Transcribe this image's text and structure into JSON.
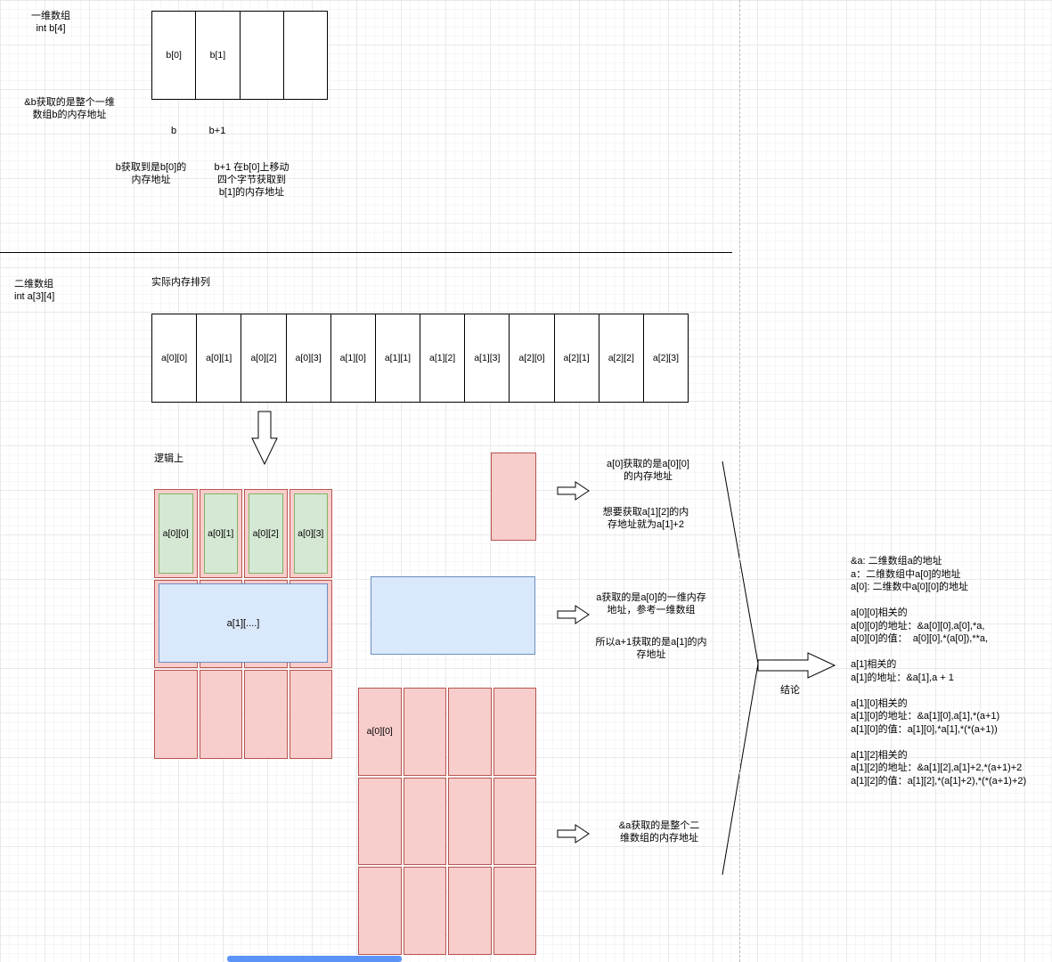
{
  "colors": {
    "pink_fill": "#f8cecc",
    "pink_border": "#b85450",
    "green_fill": "#d5e8d4",
    "green_border": "#82b366",
    "blue_fill": "#dae8fc",
    "blue_border": "#6c8ebf",
    "scrollbar": "#5c93f7"
  },
  "one_d": {
    "title": "一维数组\nint b[4]",
    "cells": [
      "b[0]",
      "b[1]",
      "",
      ""
    ],
    "amp_note": "&b获取的是整个一维\n数组b的内存地址",
    "pointer_labels": {
      "b": "b",
      "b_plus_1": "b+1"
    },
    "b_note": "b获取到是b[0]的\n内存地址",
    "b1_note": "b+1 在b[0]上移动\n四个字节获取到\nb[1]的内存地址"
  },
  "two_d": {
    "title": "二维数组\nint a[3][4]",
    "memory_label": "实际内存排列",
    "memory_cells": [
      "a[0][0]",
      "a[0][1]",
      "a[0][2]",
      "a[0][3]",
      "a[1][0]",
      "a[1][1]",
      "a[1][2]",
      "a[1][3]",
      "a[2][0]",
      "a[2][1]",
      "a[2][2]",
      "a[2][3]"
    ],
    "logical_label": "逻辑上",
    "row0_cells": [
      "a[0][0]",
      "a[0][1]",
      "a[0][2]",
      "a[0][3]"
    ],
    "row1_label": "a[1][....]",
    "big_grid_first_cell": "a[0][0]",
    "a0_note": "a[0]获取的是a[0][0]\n的内存地址",
    "a12_note": "想要获取a[1][2]的内\n存地址就为a[1]+2",
    "a_note": "a获取的是a[0]的一维内存\n地址，参考一维数组",
    "a1_note": "所以a+1获取的是a[1]的内\n存地址",
    "ampa_note": "&a获取的是整个二\n维数组的内存地址"
  },
  "conclusion": {
    "label": "结论",
    "lines": [
      "&a: 二维数组a的地址",
      "a：二维数组中a[0]的地址",
      "a[0]: 二维数中a[0][0]的地址",
      "",
      "a[0][0]相关的",
      "a[0][0]的地址：&a[0][0],a[0],*a,",
      "a[0][0]的值：  a[0][0],*(a[0]),**a,",
      "",
      "a[1]相关的",
      "a[1]的地址：&a[1],a + 1",
      "",
      "a[1][0]相关的",
      "a[1][0]的地址：&a[1][0],a[1],*(a+1)",
      "a[1][0]的值：a[1][0],*a[1],*(*(a+1))",
      "",
      "a[1][2]相关的",
      "a[1][2]的地址：&a[1][2],a[1]+2,*(a+1)+2",
      "a[1][2]的值：a[1][2],*(a[1]+2),*(*(a+1)+2)"
    ]
  }
}
